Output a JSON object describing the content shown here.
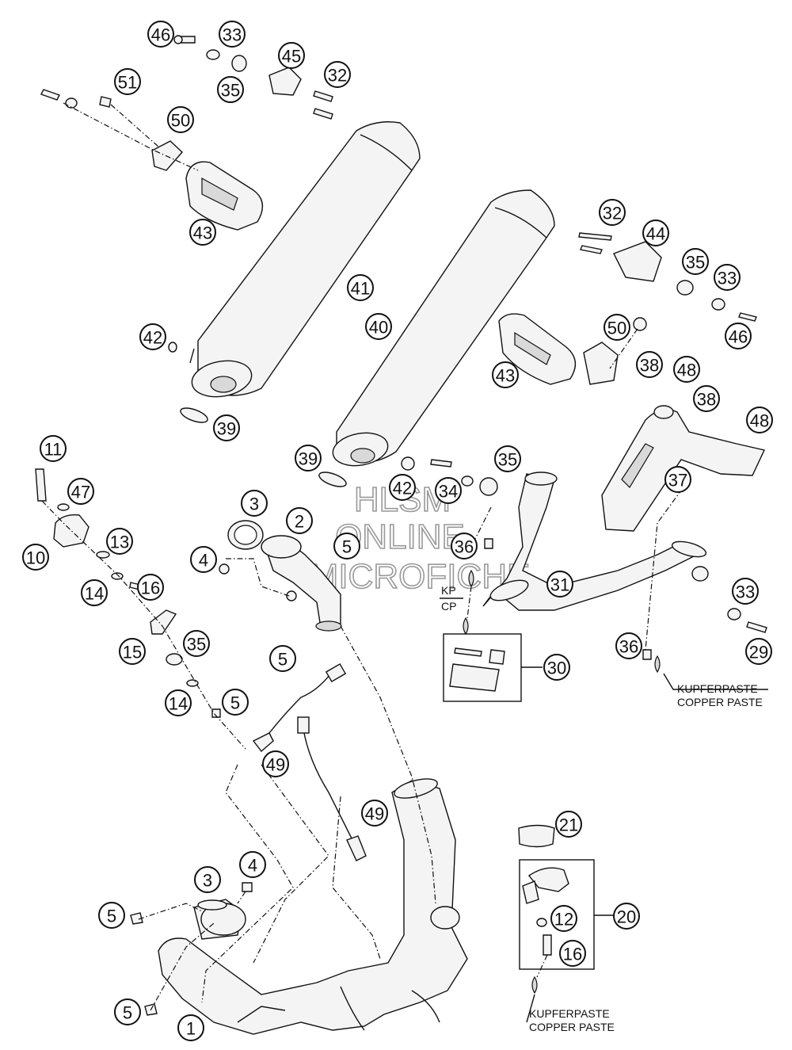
{
  "watermark": {
    "line1": "HLSM",
    "line2": "ONLINE",
    "line3": "MICROFICHE"
  },
  "notes": {
    "kp_top": "KP",
    "kp_bottom": "CP",
    "paste_de": "KUPFERPASTE",
    "paste_en": "COPPER PASTE"
  },
  "callouts": [
    "46",
    "33",
    "35",
    "45",
    "32",
    "51",
    "50",
    "43",
    "41",
    "40",
    "42",
    "39",
    "32",
    "44",
    "35",
    "33",
    "46",
    "50",
    "43",
    "38",
    "48",
    "38",
    "48",
    "37",
    "35",
    "39",
    "42",
    "34",
    "36",
    "3",
    "2",
    "5",
    "4",
    "5",
    "11",
    "47",
    "10",
    "13",
    "14",
    "16",
    "15",
    "35",
    "14",
    "5",
    "31",
    "30",
    "33",
    "36",
    "29",
    "49",
    "49",
    "4",
    "3",
    "5",
    "5",
    "1",
    "21",
    "20",
    "12",
    "16"
  ]
}
